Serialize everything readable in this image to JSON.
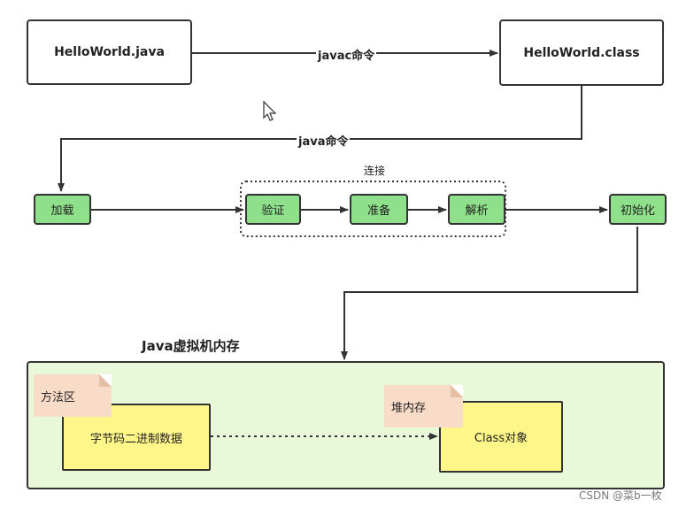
{
  "nodes": {
    "java_file": "HelloWorld.java",
    "class_file": "HelloWorld.class",
    "load": "加载",
    "verify": "验证",
    "prepare": "准备",
    "resolve": "解析",
    "init": "初始化",
    "bytecode": "字节码二进制数据",
    "class_object": "Class对象"
  },
  "edges": {
    "javac": "javac命令",
    "java": "java命令"
  },
  "groups": {
    "link": "连接",
    "jvm_memory": "Java虚拟机内存",
    "method_area": "方法区",
    "heap": "堆内存"
  },
  "watermark": "CSDN @菜b一枚"
}
